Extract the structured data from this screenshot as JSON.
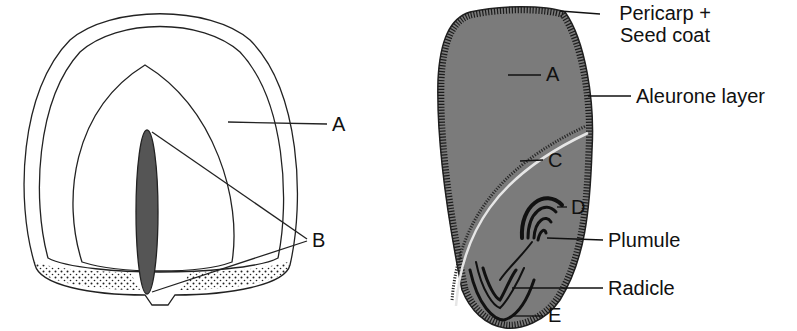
{
  "diagram": {
    "labels": [
      "A",
      "B",
      "Pericarp + Seed coat",
      "Aleurone layer",
      "A",
      "C",
      "D",
      "Plumule",
      "Radicle",
      "E"
    ]
  }
}
